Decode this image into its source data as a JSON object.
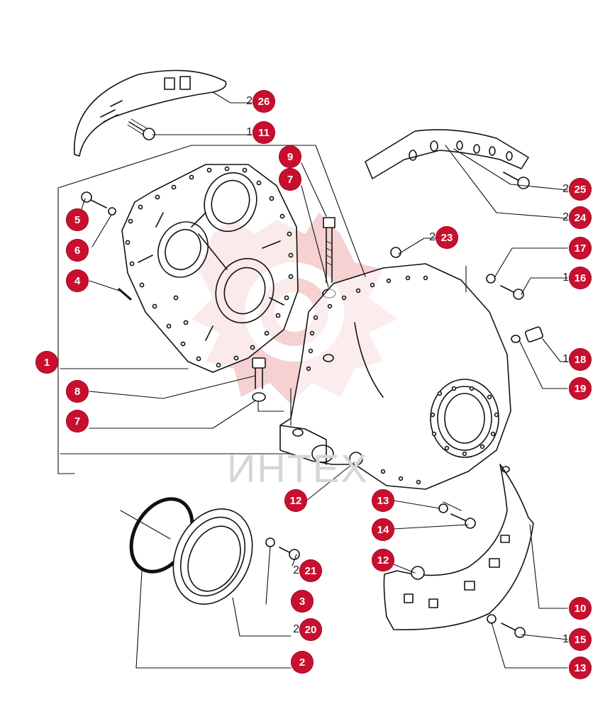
{
  "watermark": {
    "text": "ИНТЕХ",
    "color": "#e8a6a6"
  },
  "colors": {
    "badge": "#c8102e",
    "line": "#111111"
  },
  "callouts": [
    {
      "id": "c26",
      "label": "26",
      "stub": "2"
    },
    {
      "id": "c11",
      "label": "11",
      "stub": "1"
    },
    {
      "id": "c9",
      "label": "9",
      "stub": ""
    },
    {
      "id": "c7a",
      "label": "7",
      "stub": ""
    },
    {
      "id": "c25",
      "label": "25",
      "stub": "2"
    },
    {
      "id": "c24",
      "label": "24",
      "stub": "2"
    },
    {
      "id": "c5",
      "label": "5",
      "stub": ""
    },
    {
      "id": "c6",
      "label": "6",
      "stub": ""
    },
    {
      "id": "c23",
      "label": "23",
      "stub": "2"
    },
    {
      "id": "c17",
      "label": "17",
      "stub": ""
    },
    {
      "id": "c16",
      "label": "16",
      "stub": "1"
    },
    {
      "id": "c4",
      "label": "4",
      "stub": ""
    },
    {
      "id": "c18",
      "label": "18",
      "stub": "1"
    },
    {
      "id": "c1",
      "label": "1",
      "stub": ""
    },
    {
      "id": "c19",
      "label": "19",
      "stub": ""
    },
    {
      "id": "c8",
      "label": "8",
      "stub": ""
    },
    {
      "id": "c7b",
      "label": "7",
      "stub": ""
    },
    {
      "id": "c12a",
      "label": "12",
      "stub": ""
    },
    {
      "id": "c13a",
      "label": "13",
      "stub": ""
    },
    {
      "id": "c14",
      "label": "14",
      "stub": ""
    },
    {
      "id": "c12b",
      "label": "12",
      "stub": ""
    },
    {
      "id": "c21",
      "label": "21",
      "stub": "2"
    },
    {
      "id": "c10",
      "label": "10",
      "stub": ""
    },
    {
      "id": "c3",
      "label": "3",
      "stub": ""
    },
    {
      "id": "c20",
      "label": "20",
      "stub": "2"
    },
    {
      "id": "c15",
      "label": "15",
      "stub": "1"
    },
    {
      "id": "c2",
      "label": "2",
      "stub": ""
    },
    {
      "id": "c13b",
      "label": "13",
      "stub": ""
    }
  ]
}
